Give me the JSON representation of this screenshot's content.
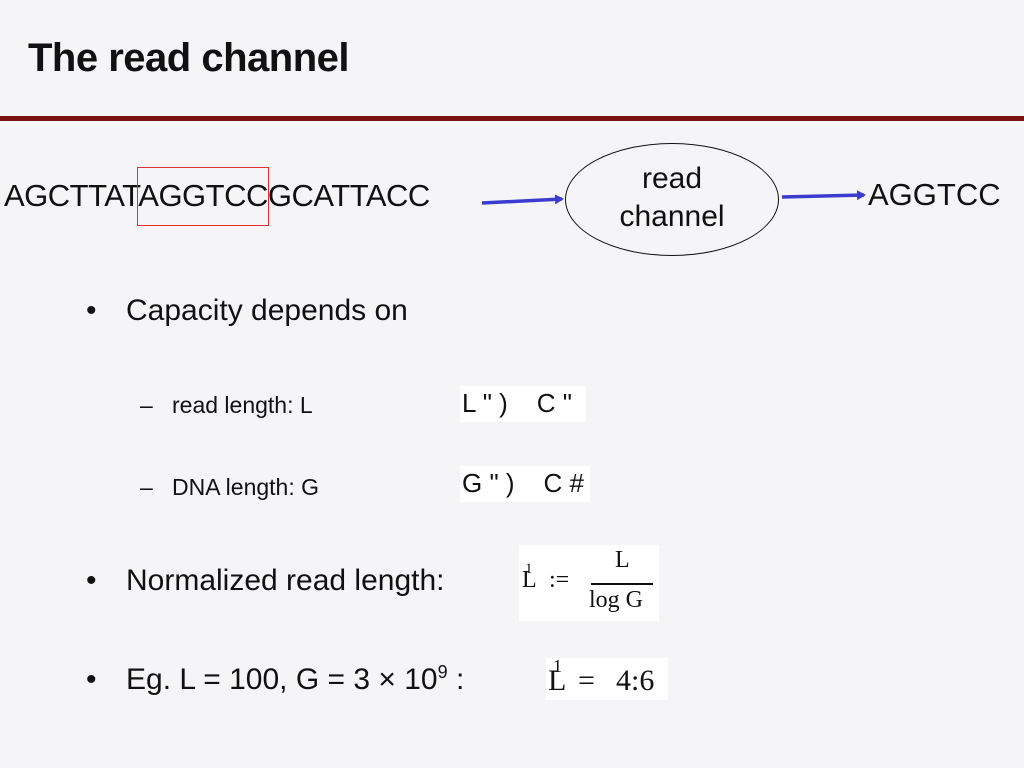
{
  "slide": {
    "title": "The read channel"
  },
  "diagram": {
    "sequence_prefix": "AGCTTAT",
    "sequence_read": "AGGTCC",
    "sequence_suffix": "GCATTACC",
    "channel_line1": "read",
    "channel_line2": "channel",
    "output": "AGGTCC",
    "arrow_color": "#3b3bd0",
    "highlight_color": "#e03030"
  },
  "bullets": {
    "capacity": "Capacity depends on",
    "sub_read_length": "read length:  L",
    "sub_dna_length": "DNA length: G",
    "normalized": "Normalized read length:",
    "example": "Eg. L = 100, G = 3 × 10",
    "example_exp": "9",
    "example_colon": " :"
  },
  "formulas": {
    "read_length_relation": "L \" )    C \"",
    "dna_length_relation": "G \" )    C #",
    "normalized_lhs": "L",
    "normalized_sup": "1",
    "normalized_assign": ":=",
    "normalized_num": "L",
    "normalized_den": "log G",
    "example_lhs": "L",
    "example_sup": "1",
    "example_eq": "=",
    "example_value": "4:6"
  },
  "colors": {
    "title_rule": "#7a1212",
    "background": "#f5f5f8"
  }
}
